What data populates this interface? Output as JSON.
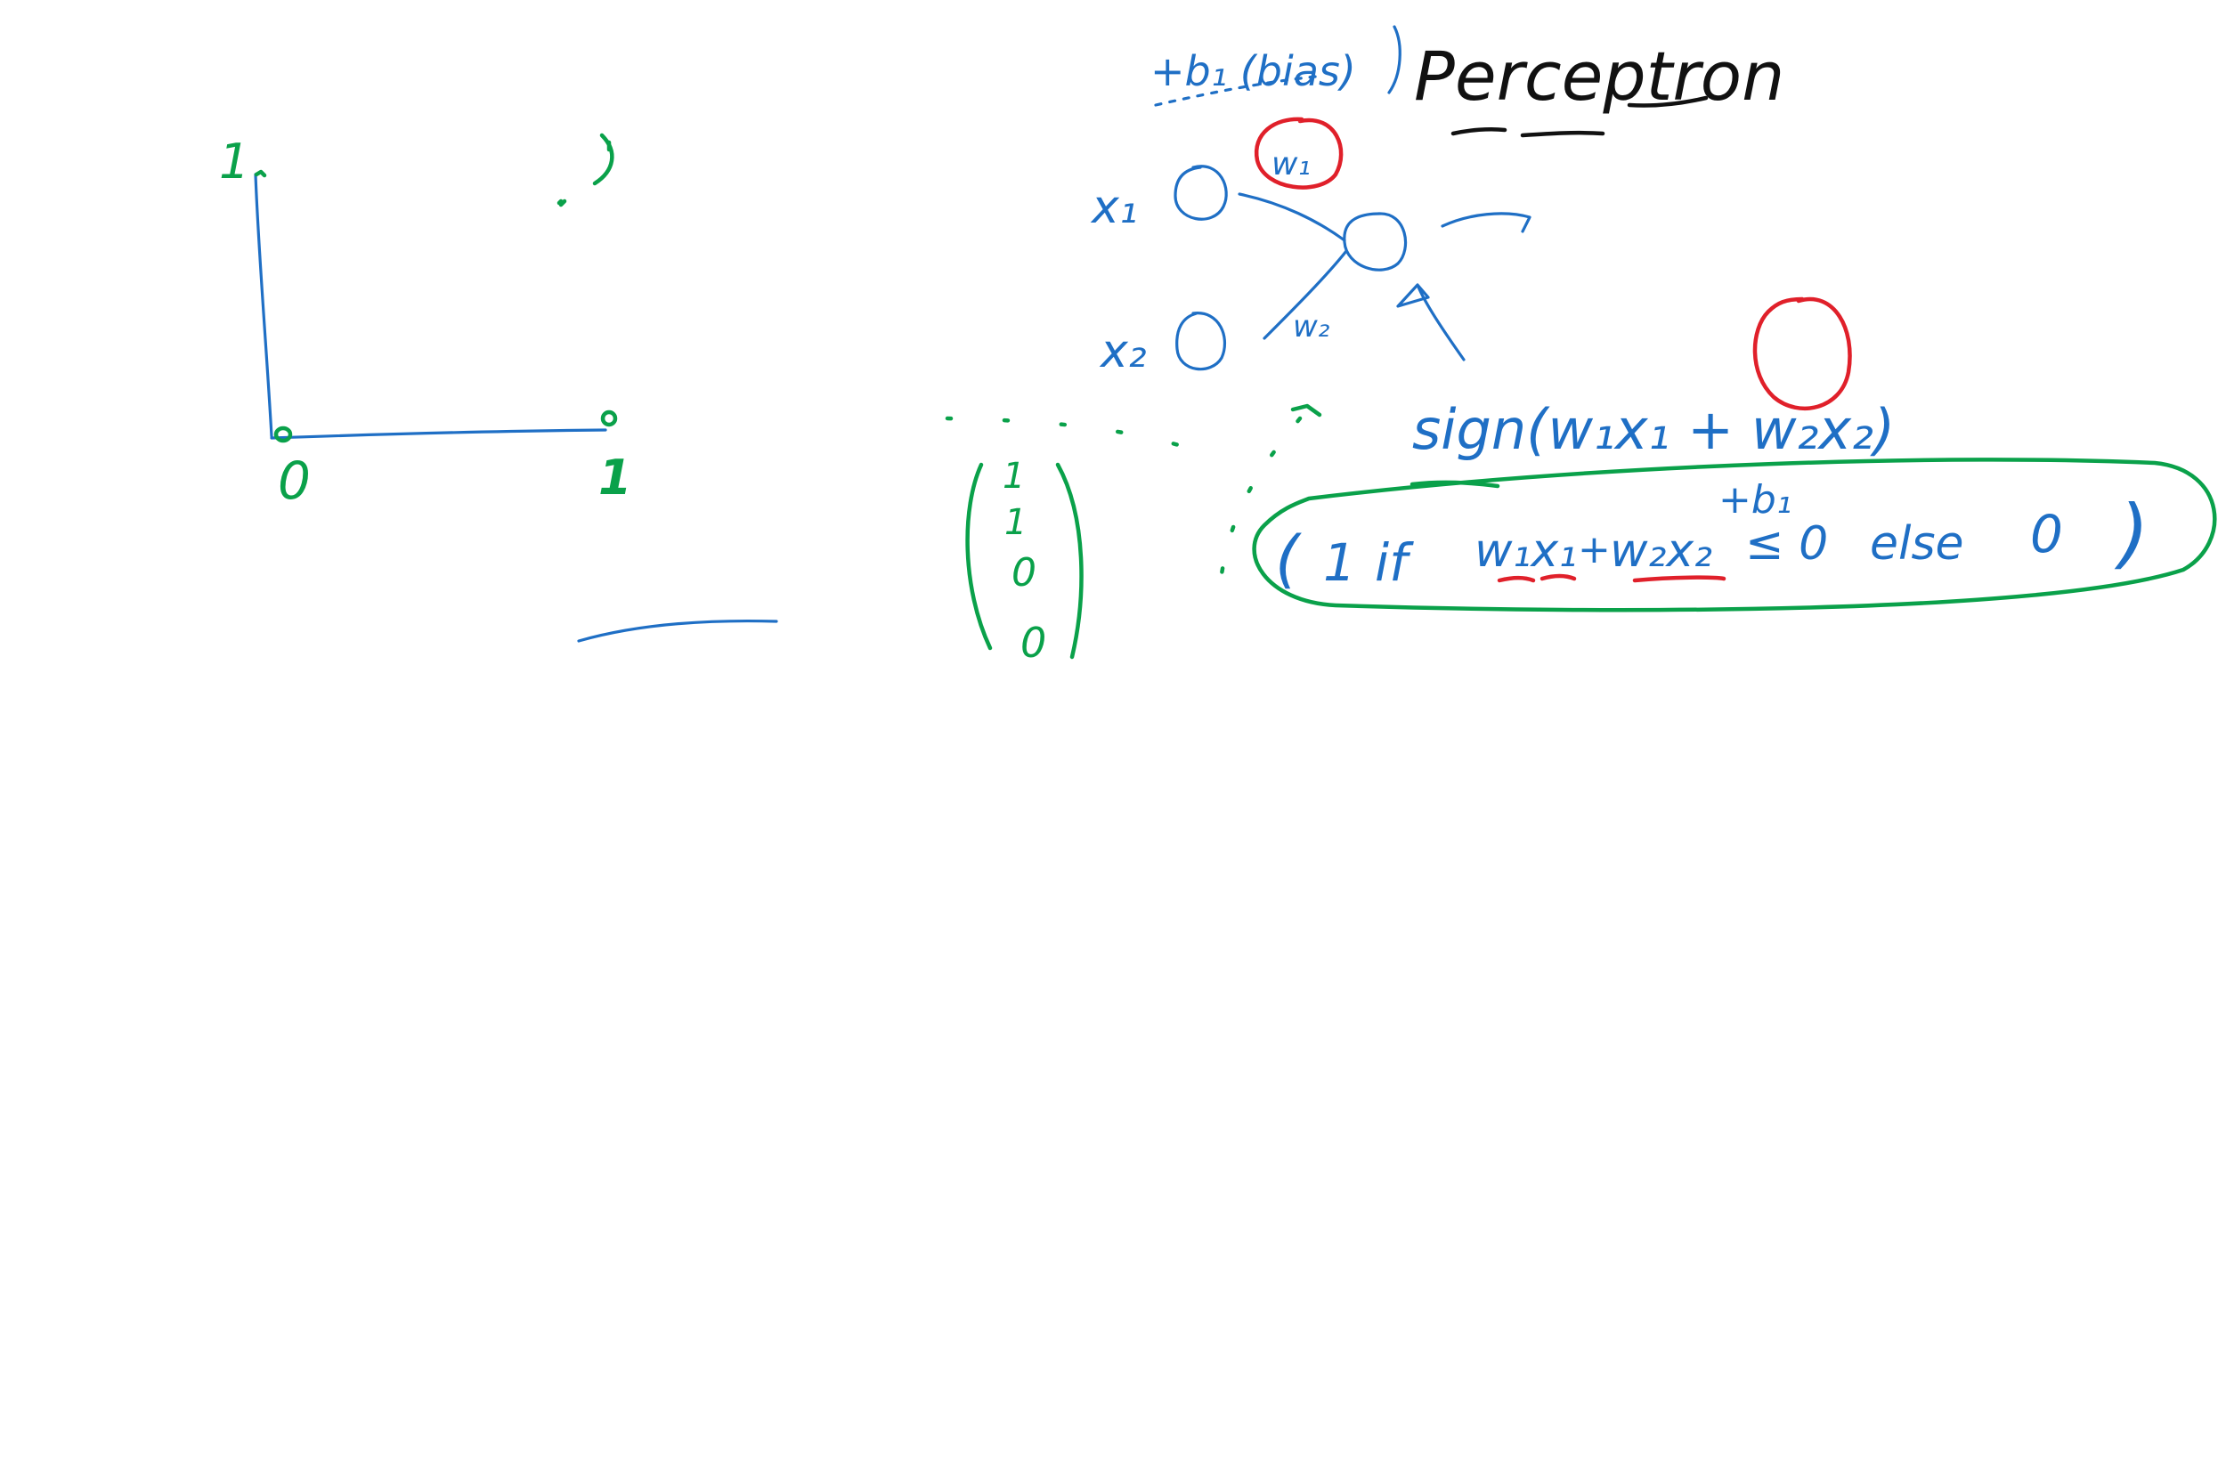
{
  "canvas": {
    "background": "#ffffff",
    "ink_colors": {
      "blue": "#1f6fc5",
      "green": "#0aa14a",
      "red": "#e0202a",
      "black": "#111111"
    }
  },
  "title": {
    "text": "Perceptron"
  },
  "bias_note": {
    "text": "+b₁ (bias)"
  },
  "diagram": {
    "input_1_label": "x₁",
    "input_2_label": "x₂",
    "weight_1_label": "w₁",
    "weight_2_label": "w₂"
  },
  "formula": {
    "sign_line": "sign(w₁x₁ + w₂x₂)",
    "bias_term": "+b₁",
    "rule_open": "(",
    "rule_one": "1",
    "rule_if": "if",
    "rule_w1x1": "w₁x₁",
    "rule_plus": "+",
    "rule_w2x2": "w₂x₂",
    "rule_compare": "≤ 0",
    "rule_else": "else",
    "rule_zero": "0",
    "rule_close": ")"
  },
  "graph": {
    "y_tick": "1",
    "origin_label": "0",
    "x_tick": "1"
  },
  "column_vector": {
    "entries": [
      "1",
      "1",
      "0",
      "0"
    ]
  }
}
